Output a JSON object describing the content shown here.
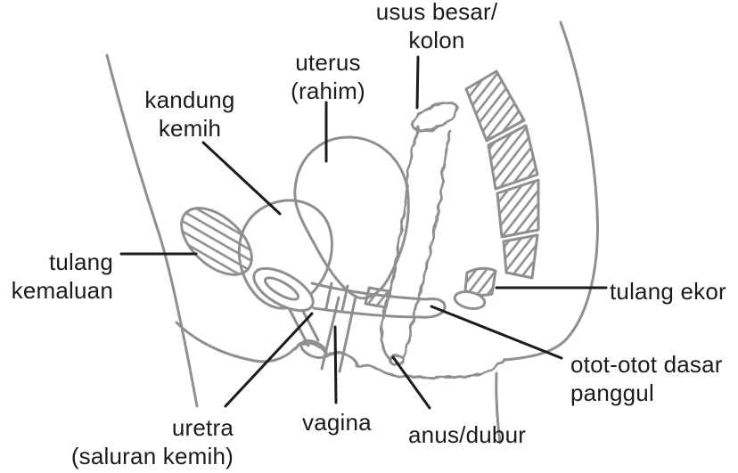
{
  "colors": {
    "background": "#ffffff",
    "anatomy_outline": "#8f8f8f",
    "hatch_fill_lines": "#8f8f8f",
    "leader_line": "#1b1b1b",
    "label_text": "#1b1b1b"
  },
  "labels": {
    "colon": "usus besar/\nkolon",
    "uterus": "uterus\n(rahim)",
    "bladder": "kandung\nkemih",
    "pubic_bone": "tulang\nkemaluan",
    "tailbone": "tulang ekor",
    "pelvic_floor_muscles": "otot-otot dasar\npanggul",
    "anus": "anus/dubur",
    "vagina": "vagina",
    "urethra": "uretra\n(saluran kemih)"
  }
}
